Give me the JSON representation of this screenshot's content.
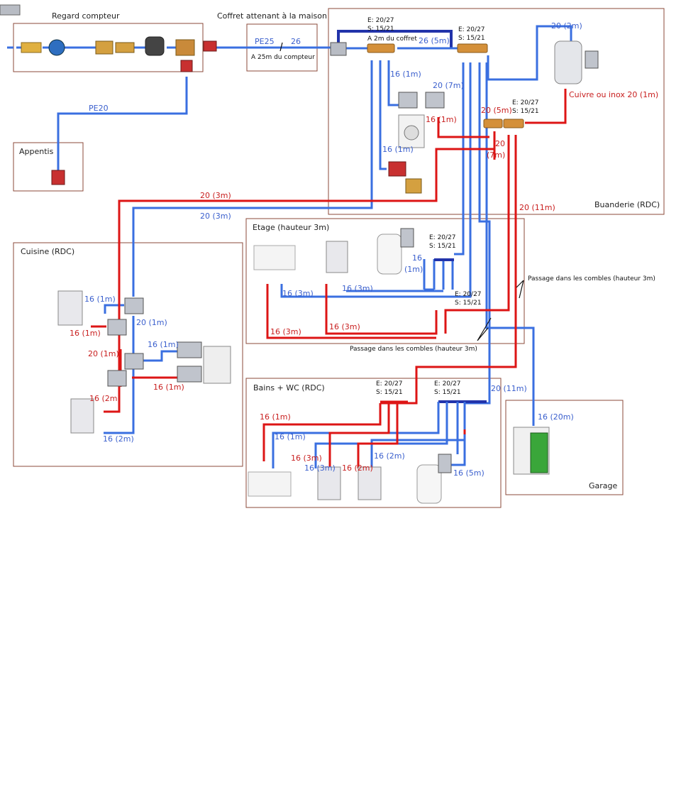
{
  "rooms": {
    "regard": "Regard compteur",
    "coffret": "Coffret attenant à la maison",
    "appentis": "Appentis",
    "buanderie": "Buanderie (RDC)",
    "etage": "Etage (hauteur 3m)",
    "cuisine": "Cuisine (RDC)",
    "bains": "Bains + WC (RDC)",
    "garage": "Garage"
  },
  "coffret": {
    "pe25": "PE25",
    "size26": "26",
    "distance": "A 25m du compteur"
  },
  "supply": {
    "pe20": "PE20"
  },
  "manifolds": {
    "es_e": "E: 20/27",
    "es_s": "S: 15/21",
    "a2m": "A 2m du coffret"
  },
  "labels": {
    "b26_5m": "26 (5m)",
    "b20_2m": "20 (2m)",
    "b16_1m": "16 (1m)",
    "b20_7m": "20 (7m)",
    "r20_5m": "20 (5m)",
    "cuivre": "Cuivre ou inox 20 (1m)",
    "r16_1m": "16 (1m)",
    "r20": "20",
    "r7m": "(7m)",
    "r20_11m": "20 (11m)",
    "r20_3m": "20 (3m)",
    "b20_3m": "20 (3m)",
    "b16": "16",
    "b1m": "(1m)",
    "b16_3m": "16 (3m)",
    "r16_3m": "16 (3m)",
    "combles": "Passage dans les combles (hauteur 3m)",
    "b20_1m": "20 (1m)",
    "r20_1m": "20 (1m)",
    "r16_2m": "16 (2m)",
    "b16_2m": "16 (2m)",
    "b20_11m": "20 (11m)",
    "b16_20m": "16 (20m)",
    "b16_5m": "16 (5m)",
    "r16_2m_b": "16 (2m)"
  },
  "colors": {
    "cold": "#3a6fe0",
    "cold_manifold": "#2233aa",
    "hot": "#dd1515",
    "frame": "#8b4a3a"
  }
}
